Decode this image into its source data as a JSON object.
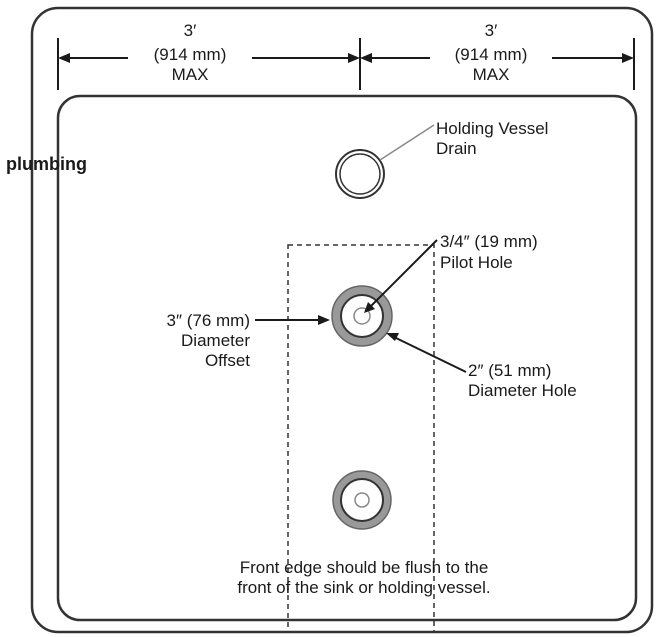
{
  "dimensions": {
    "left": {
      "feet": "3′",
      "mm": "(914 mm)",
      "max": "MAX"
    },
    "right": {
      "feet": "3′",
      "mm": "(914 mm)",
      "max": "MAX"
    }
  },
  "callouts": {
    "holding_vessel_drain": {
      "line1": "Holding Vessel",
      "line2": "Drain"
    },
    "pilot_hole": {
      "line1": "3/4″ (19 mm)",
      "line2": "Pilot Hole"
    },
    "diameter_offset": {
      "line1": "3″ (76 mm)",
      "line2": "Diameter",
      "line3": "Offset"
    },
    "diameter_hole": {
      "line1": "2″ (51 mm)",
      "line2": "Diameter Hole"
    }
  },
  "side_text": {
    "plumbing": "plumbing"
  },
  "note": {
    "line1": "Front edge should be flush to the",
    "line2": "front of the sink or holding vessel."
  },
  "colors": {
    "outline": "#333333",
    "ring_fill": "#999999",
    "ink": "#1a1a1a"
  }
}
